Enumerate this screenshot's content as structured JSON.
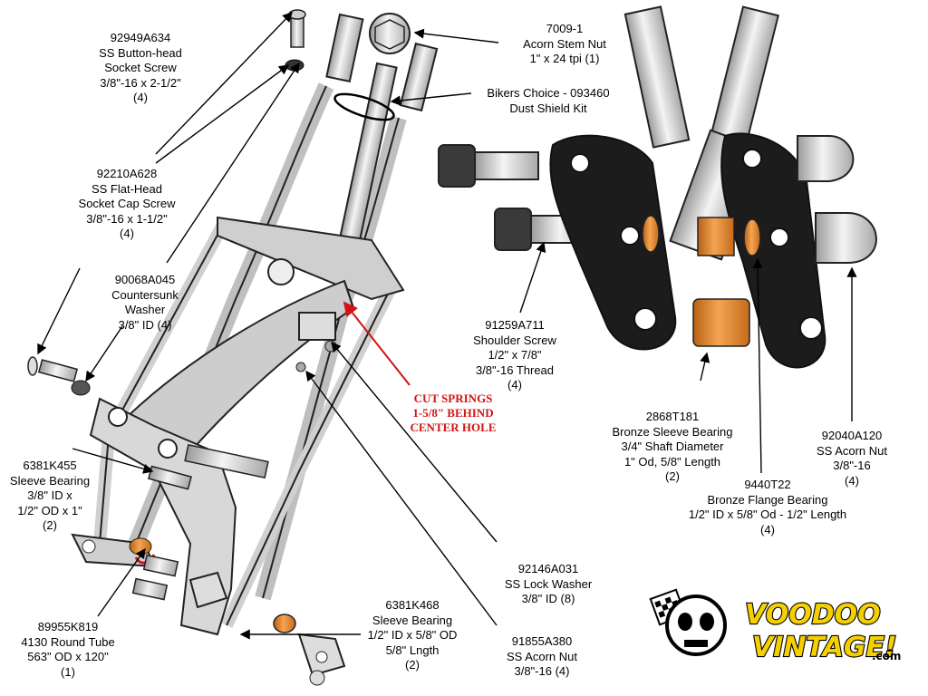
{
  "labels": {
    "button_screw": [
      "92949A634",
      "SS Button-head",
      "Socket Screw",
      "3/8\"-16 x 2-1/2\"",
      "(4)"
    ],
    "acorn_stem_nut": [
      "7009-1",
      "Acorn Stem Nut",
      "1\" x 24 tpi (1)"
    ],
    "dust_shield": [
      "Bikers Choice - 093460",
      "Dust Shield Kit"
    ],
    "flat_head_screw": [
      "92210A628",
      "SS Flat-Head",
      "Socket Cap Screw",
      "3/8\"-16 x 1-1/2\"",
      "(4)"
    ],
    "countersunk_washer": [
      "90068A045",
      "Countersunk",
      "Washer",
      "3/8\" ID (4)"
    ],
    "shoulder_screw": [
      "91259A711",
      "Shoulder Screw",
      "1/2\" x 7/8\"",
      "3/8\"-16 Thread",
      "(4)"
    ],
    "cut_springs": [
      "CUT SPRINGS",
      "1-5/8\" BEHIND",
      "CENTER HOLE"
    ],
    "bronze_sleeve": [
      "2868T181",
      "Bronze Sleeve Bearing",
      "3/4\" Shaft Diameter",
      "1\" Od, 5/8\" Length",
      "(2)"
    ],
    "acorn_nut_right": [
      "92040A120",
      "SS Acorn Nut",
      "3/8\"-16",
      "(4)"
    ],
    "flange_bearing": [
      "9440T22",
      "Bronze Flange Bearing",
      "1/2\" ID x 5/8\" Od - 1/2\" Length",
      "(4)"
    ],
    "sleeve_bearing_left": [
      "6381K455",
      "Sleeve Bearing",
      "3/8\" ID x",
      "1/2\" OD x 1\"",
      "(2)"
    ],
    "lock_washer": [
      "92146A031",
      "SS Lock Washer",
      "3/8\" ID (8)"
    ],
    "round_tube": [
      "89955K819",
      "4130 Round Tube",
      "563\" OD x 120\"",
      "(1)"
    ],
    "sleeve_bearing_bottom": [
      "6381K468",
      "Sleeve Bearing",
      "1/2\" ID x 5/8\" OD",
      "5/8\" Lngth",
      "(2)"
    ],
    "acorn_nut_bottom": [
      "91855A380",
      "SS Acorn Nut",
      "3/8\"-16 (4)"
    ]
  },
  "logo": {
    "line1": "VOODOO",
    "line2": "VINTAGE!",
    "suffix": ".com"
  },
  "colors": {
    "bronze": "#e0862a",
    "steel": "#d9d9d9",
    "outline": "#222222",
    "red_note": "#d11414",
    "plate": "#1c1c1c"
  }
}
